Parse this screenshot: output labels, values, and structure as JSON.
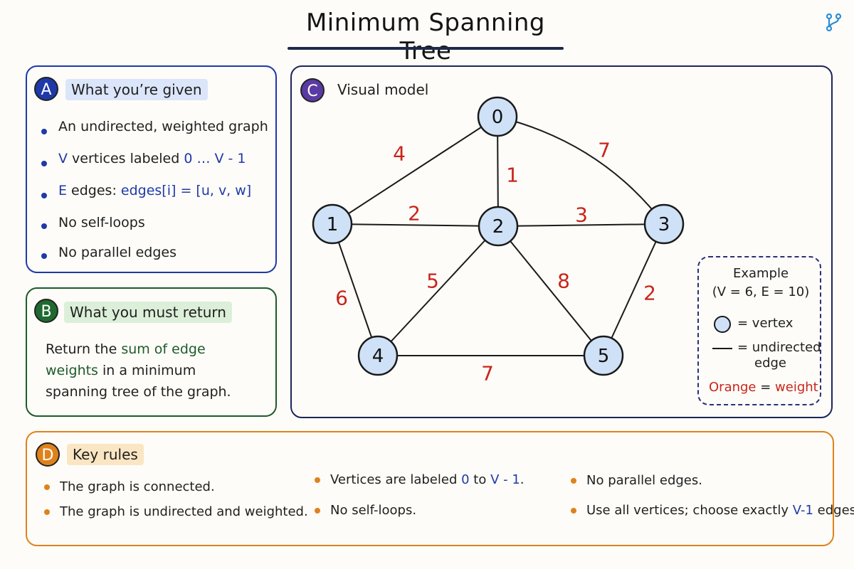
{
  "title": "Minimum Spanning Tree",
  "colors": {
    "blue": "#1f3aa8",
    "green": "#1e5a2a",
    "purple": "#5b3aa3",
    "orange": "#e0821c",
    "weight_red": "#c8261b",
    "node_fill": "#cfe1f6"
  },
  "panel_a": {
    "badge": "A",
    "heading": "What you’re given",
    "items": [
      {
        "text": "An undirected, weighted graph"
      },
      {
        "pre": "V",
        "text": " vertices labeled ",
        "post": "0 … V - 1"
      },
      {
        "pre": "E",
        "text": " edges: ",
        "post": "edges[i] = [u, v, w]"
      },
      {
        "text": "No self-loops"
      },
      {
        "text": "No parallel edges"
      }
    ]
  },
  "panel_b": {
    "badge": "B",
    "heading": "What you must return",
    "text_before": "Return the ",
    "text_highlight": "sum of edge weights",
    "text_after": " in a minimum spanning tree of the graph."
  },
  "panel_c": {
    "badge": "C",
    "heading": "Visual model",
    "nodes": [
      "0",
      "1",
      "2",
      "3",
      "4",
      "5"
    ],
    "edges": [
      {
        "u": "0",
        "v": "1",
        "w": "4"
      },
      {
        "u": "0",
        "v": "2",
        "w": "1"
      },
      {
        "u": "0",
        "v": "3",
        "w": "7"
      },
      {
        "u": "1",
        "v": "2",
        "w": "2"
      },
      {
        "u": "2",
        "v": "3",
        "w": "3"
      },
      {
        "u": "1",
        "v": "4",
        "w": "6"
      },
      {
        "u": "2",
        "v": "4",
        "w": "5"
      },
      {
        "u": "2",
        "v": "5",
        "w": "8"
      },
      {
        "u": "3",
        "v": "5",
        "w": "2"
      },
      {
        "u": "4",
        "v": "5",
        "w": "7"
      }
    ],
    "legend": {
      "title": "Example",
      "subtitle": "(V = 6, E = 10)",
      "vertex": "= vertex",
      "edge_line1": "= undirected",
      "edge_line2": "edge",
      "orange": "Orange",
      "equals": " = ",
      "weight": "weight"
    }
  },
  "panel_d": {
    "badge": "D",
    "heading": "Key rules",
    "rules": [
      {
        "text": "The graph is connected."
      },
      {
        "text": "The graph is undirected and weighted."
      },
      {
        "text": "Vertices are labeled ",
        "a": "0",
        "mid": " to ",
        "b": "V - 1",
        "end": "."
      },
      {
        "text": "No self-loops."
      },
      {
        "text": "No parallel edges."
      },
      {
        "text": "Use all vertices; choose exactly ",
        "a": "V-1",
        "end": " edges."
      }
    ]
  }
}
